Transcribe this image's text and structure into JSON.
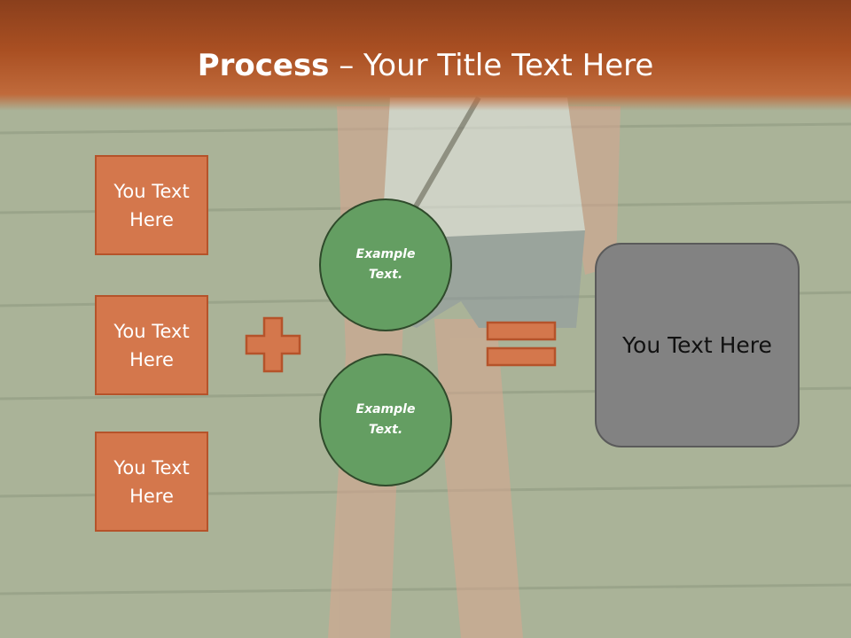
{
  "title": {
    "bold": "Process",
    "rest": " – Your Title Text Here"
  },
  "boxes": [
    {
      "label": "You Text Here"
    },
    {
      "label": "You Text Here"
    },
    {
      "label": "You Text Here"
    }
  ],
  "circles": [
    {
      "label": "Example Text."
    },
    {
      "label": "Example Text."
    }
  ],
  "result": {
    "label": "You Text Here"
  },
  "colors": {
    "header": "#a94f22",
    "box_fill": "#d4774c",
    "circle_fill": "#649e62",
    "result_fill": "#828282"
  },
  "icons": {
    "operator_1": "plus-sign-icon",
    "operator_2": "equals-sign-icon"
  }
}
